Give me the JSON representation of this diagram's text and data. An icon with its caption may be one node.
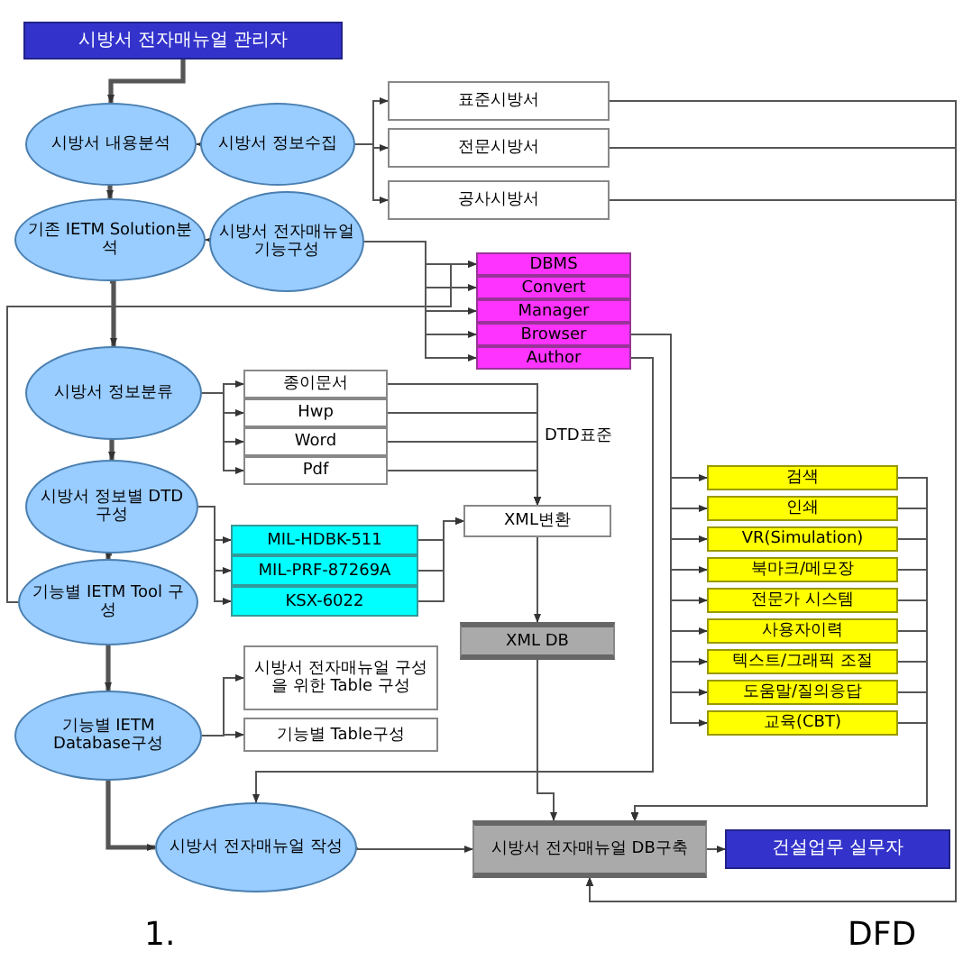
{
  "diagram": {
    "nodes": [
      {
        "text": [
          "시방서 전자매뉴얼 관리자"
        ]
      },
      {
        "text": [
          "시방서 내용분석"
        ]
      },
      {
        "text": [
          "시방서 정보수집"
        ]
      },
      {
        "text": [
          "표준시방서"
        ]
      },
      {
        "text": [
          "전문시방서"
        ]
      },
      {
        "text": [
          "공사시방서"
        ]
      },
      {
        "text": [
          "기존 IETM Solution분석"
        ]
      },
      {
        "text": [
          "시방서 전자매뉴얼 기능구성"
        ]
      },
      {
        "text": [
          "DBMS"
        ]
      },
      {
        "text": [
          "Convert"
        ]
      },
      {
        "text": [
          "Manager"
        ]
      },
      {
        "text": [
          "Browser"
        ]
      },
      {
        "text": [
          "Author"
        ]
      },
      {
        "text": [
          "시방서 정보분류"
        ]
      },
      {
        "text": [
          "종이문서"
        ]
      },
      {
        "text": [
          "Hwp"
        ]
      },
      {
        "text": [
          "Word"
        ]
      },
      {
        "text": [
          "Pdf"
        ]
      },
      {
        "text": [
          "시방서 정보별 DTD구성"
        ]
      },
      {
        "text": [
          "MIL-HDBK-511"
        ]
      },
      {
        "text": [
          "MIL-PRF-87269A"
        ]
      },
      {
        "text": [
          "KSX-6022"
        ]
      },
      {
        "text": [
          "XML변환"
        ]
      },
      {
        "text": [
          "XML DB"
        ]
      },
      {
        "text": [
          "기능별 IETM Tool 구성"
        ]
      },
      {
        "text": [
          "기능별 IETM Database구성"
        ]
      },
      {
        "text": [
          "시방서 전자매뉴얼 구성을 위한 Table 구성"
        ]
      },
      {
        "text": [
          "기능별 Table구성"
        ]
      },
      {
        "text": [
          "시방서 전자매뉴얼 작성"
        ]
      },
      {
        "text": [
          "시방서 전자매뉴얼 DB구축"
        ]
      },
      {
        "text": [
          "건설업무 실무자"
        ]
      },
      {
        "text": [
          "검색"
        ]
      },
      {
        "text": [
          "인쇄"
        ]
      },
      {
        "text": [
          "VR(Simulation)"
        ]
      },
      {
        "text": [
          "북마크/메모장"
        ]
      },
      {
        "text": [
          "전문가 시스템"
        ]
      },
      {
        "text": [
          "사용자이력"
        ]
      },
      {
        "text": [
          "텍스트/그래픽 조절"
        ]
      },
      {
        "text": [
          "도움말/질의응답"
        ]
      },
      {
        "text": [
          "교육(CBT)"
        ]
      }
    ],
    "edges": [
      {
        "from": 0,
        "to": 1,
        "arrow": "to",
        "style": "thick"
      },
      {
        "from": 2,
        "to": 1,
        "arrow": "to"
      },
      {
        "from": 2,
        "to": 3,
        "arrow": "to"
      },
      {
        "from": 2,
        "to": 4,
        "arrow": "to"
      },
      {
        "from": 2,
        "to": 5,
        "arrow": "to"
      },
      {
        "from": 1,
        "to": 6,
        "arrow": "to",
        "style": "thick"
      },
      {
        "from": 7,
        "to": 6,
        "arrow": "to"
      },
      {
        "from": 7,
        "to": 8,
        "arrow": "to"
      },
      {
        "from": 7,
        "to": 9,
        "arrow": "to"
      },
      {
        "from": 7,
        "to": 10,
        "arrow": "to"
      },
      {
        "from": 7,
        "to": 11,
        "arrow": "to"
      },
      {
        "from": 7,
        "to": 12,
        "arrow": "to"
      },
      {
        "from": 6,
        "to": 13,
        "arrow": "to",
        "style": "thick"
      },
      {
        "from": 13,
        "to": 14,
        "arrow": "to"
      },
      {
        "from": 13,
        "to": 15,
        "arrow": "to"
      },
      {
        "from": 13,
        "to": 16,
        "arrow": "to"
      },
      {
        "from": 13,
        "to": 17,
        "arrow": "to"
      },
      {
        "from": 13,
        "to": 18,
        "arrow": "to",
        "style": "thick"
      },
      {
        "from": 14,
        "to": 22,
        "arrow": "to"
      },
      {
        "from": 15,
        "to": 22,
        "arrow": "to"
      },
      {
        "from": 16,
        "to": 22,
        "arrow": "to"
      },
      {
        "from": 17,
        "to": 22,
        "arrow": "to"
      },
      {
        "from": 18,
        "to": 19,
        "arrow": "to"
      },
      {
        "from": 18,
        "to": 20,
        "arrow": "to"
      },
      {
        "from": 18,
        "to": 21,
        "arrow": "to"
      },
      {
        "from": 19,
        "to": 22,
        "arrow": "to"
      },
      {
        "from": 20,
        "to": 22,
        "arrow": "to"
      },
      {
        "from": 21,
        "to": 22,
        "arrow": "to"
      },
      {
        "from": 22,
        "to": 23,
        "arrow": "to"
      },
      {
        "from": 18,
        "to": 24,
        "arrow": "to",
        "style": "thick"
      },
      {
        "from": 24,
        "to": 8,
        "arrow": "to"
      },
      {
        "from": 24,
        "to": 25,
        "arrow": "to",
        "style": "thick"
      },
      {
        "from": 25,
        "to": 26,
        "arrow": "to"
      },
      {
        "from": 25,
        "to": 27,
        "arrow": "to"
      },
      {
        "from": 25,
        "to": 28,
        "arrow": "to",
        "style": "thick"
      },
      {
        "from": 11,
        "to": 31,
        "arrow": "to"
      },
      {
        "from": 11,
        "to": 32,
        "arrow": "to"
      },
      {
        "from": 11,
        "to": 33,
        "arrow": "to"
      },
      {
        "from": 11,
        "to": 34,
        "arrow": "to"
      },
      {
        "from": 11,
        "to": 35,
        "arrow": "to"
      },
      {
        "from": 11,
        "to": 36,
        "arrow": "to"
      },
      {
        "from": 11,
        "to": 37,
        "arrow": "to"
      },
      {
        "from": 11,
        "to": 38,
        "arrow": "to"
      },
      {
        "from": 11,
        "to": 39,
        "arrow": "to"
      },
      {
        "from": 12,
        "to": 28,
        "arrow": "to"
      },
      {
        "from": 28,
        "to": 29,
        "arrow": "to"
      },
      {
        "from": 23,
        "to": 29,
        "arrow": "to"
      },
      {
        "from": 31,
        "to": 29,
        "arrow": "to"
      },
      {
        "from": 32,
        "to": 29,
        "arrow": "to"
      },
      {
        "from": 33,
        "to": 29,
        "arrow": "to"
      },
      {
        "from": 34,
        "to": 29,
        "arrow": "to"
      },
      {
        "from": 35,
        "to": 29,
        "arrow": "to"
      },
      {
        "from": 36,
        "to": 29,
        "arrow": "to"
      },
      {
        "from": 37,
        "to": 29,
        "arrow": "to"
      },
      {
        "from": 38,
        "to": 29,
        "arrow": "to"
      },
      {
        "from": 39,
        "to": 29,
        "arrow": "to"
      },
      {
        "from": 3,
        "to": 29,
        "arrow": "to"
      },
      {
        "from": 4,
        "to": 29,
        "arrow": "to"
      },
      {
        "from": 5,
        "to": 29,
        "arrow": "to"
      },
      {
        "from": 29,
        "to": 30,
        "arrow": "to"
      }
    ],
    "labels": [
      "DTD표준",
      "1.",
      "DFD"
    ]
  }
}
